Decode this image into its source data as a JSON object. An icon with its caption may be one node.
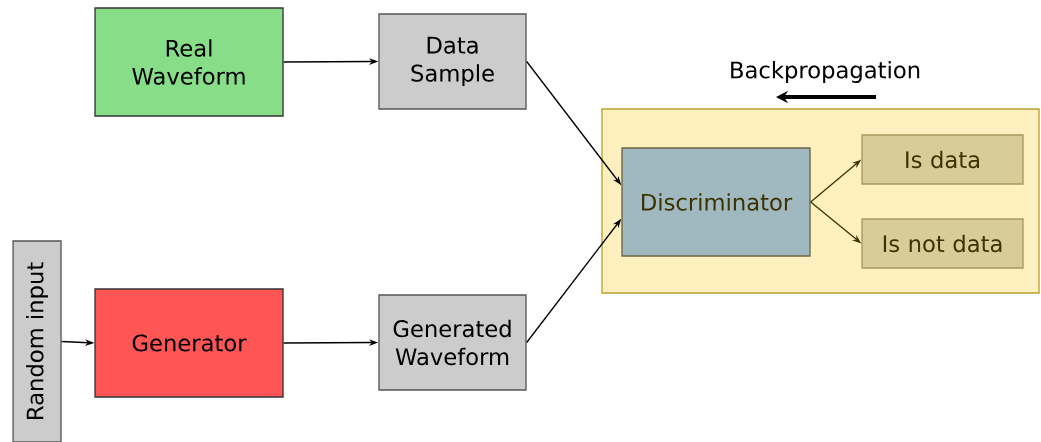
{
  "diagram": {
    "nodes": [
      {
        "text": [
          "Real Waveform"
        ]
      },
      {
        "text": [
          "Data Sample"
        ]
      },
      {
        "text": [
          "Random input"
        ]
      },
      {
        "text": [
          "Generator"
        ]
      },
      {
        "text": [
          "Generated Waveform"
        ]
      },
      {
        "text": [],
        "shape": "box"
      },
      {
        "text": [
          "Discriminator"
        ],
        "in": 5
      },
      {
        "text": [
          "Is data"
        ],
        "in": 5
      },
      {
        "text": [
          "Is not data"
        ],
        "in": 5
      }
    ],
    "edges": [
      {
        "from": 0,
        "to": 1,
        "arrow": "to"
      },
      {
        "from": 1,
        "to": 6,
        "arrow": "to"
      },
      {
        "from": 2,
        "to": 3,
        "arrow": "to"
      },
      {
        "from": 3,
        "to": 4,
        "arrow": "to"
      },
      {
        "from": 4,
        "to": 6,
        "arrow": "to"
      },
      {
        "from": 6,
        "to": 7,
        "arrow": "to",
        "color": "#3d3300"
      },
      {
        "from": 6,
        "to": 8,
        "arrow": "to",
        "color": "#3d3300"
      }
    ],
    "labels": [
      "Backpropagation"
    ]
  }
}
